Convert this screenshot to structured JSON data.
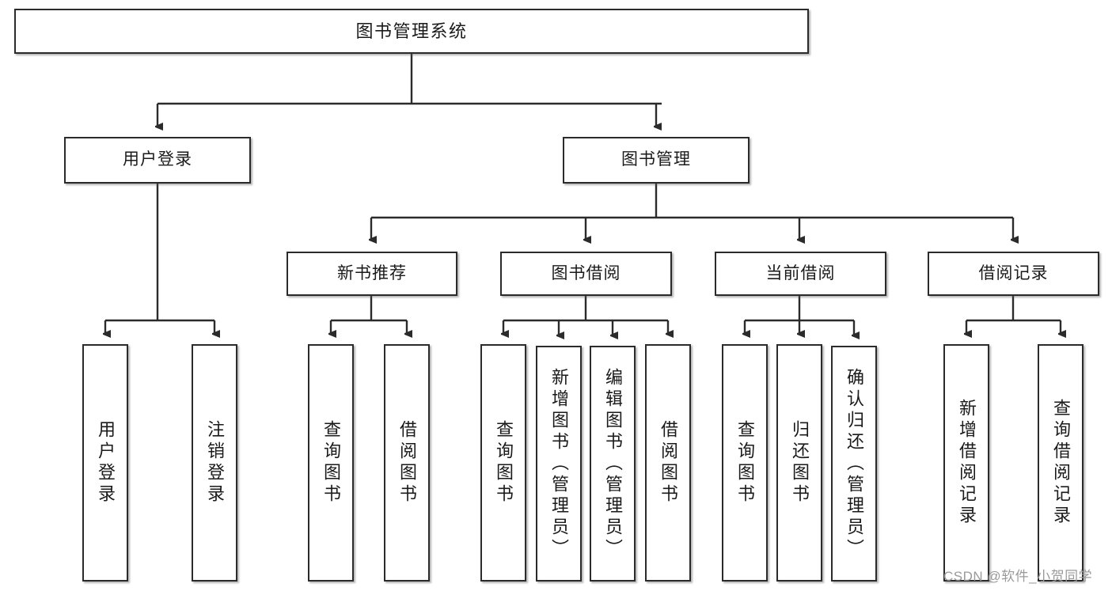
{
  "diagram": {
    "title": "图书管理系统",
    "root": {
      "label": "图书管理系统"
    },
    "level2": [
      {
        "label": "用户登录"
      },
      {
        "label": "图书管理"
      }
    ],
    "level3": [
      {
        "label": "新书推荐"
      },
      {
        "label": "图书借阅"
      },
      {
        "label": "当前借阅"
      },
      {
        "label": "借阅记录"
      }
    ],
    "leaves": {
      "user_login": [
        {
          "label": "用户登录"
        },
        {
          "label": "注销登录"
        }
      ],
      "new_book_recommend": [
        {
          "label": "查询图书"
        },
        {
          "label": "借阅图书"
        }
      ],
      "book_borrow": [
        {
          "label": "查询图书"
        },
        {
          "label": "新增图书（管理员）"
        },
        {
          "label": "编辑图书（管理员）"
        },
        {
          "label": "借阅图书"
        }
      ],
      "current_borrow": [
        {
          "label": "查询图书"
        },
        {
          "label": "归还图书"
        },
        {
          "label": "确认归还（管理员）"
        }
      ],
      "borrow_record": [
        {
          "label": "新增借阅记录"
        },
        {
          "label": "查询借阅记录"
        }
      ]
    }
  },
  "watermark": {
    "text": "CSDN @软件_小贺同学"
  },
  "colors": {
    "box_border": "#2b2b2b",
    "box_fill": "#ffffff",
    "connector": "#2b2b2b",
    "text": "#1a1a1a",
    "watermark": "#9a9a9a"
  }
}
